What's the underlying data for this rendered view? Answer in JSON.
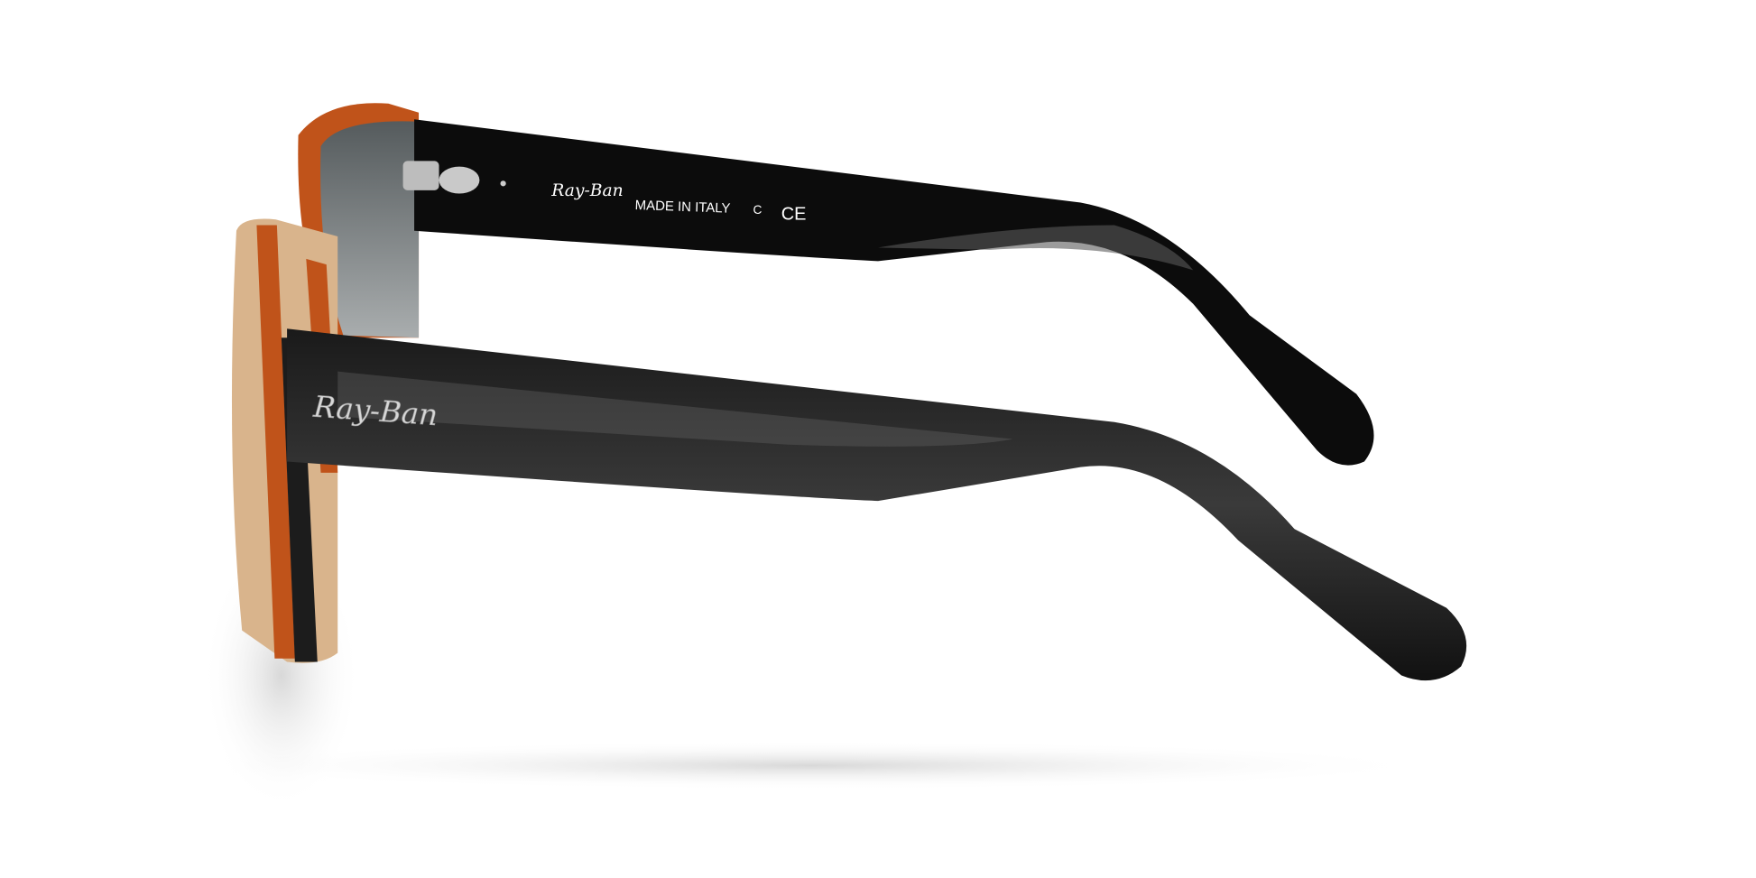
{
  "product": {
    "brand_logo": "Ray-Ban",
    "temple_inner_text": {
      "logo": "Ray-Ban",
      "origin": "MADE IN ITALY",
      "mark_c": "C",
      "mark_ce": "CE"
    },
    "temple_outer_logo": "Ray-Ban"
  },
  "colors": {
    "background": "#ffffff",
    "acetate": "#0b0b0b",
    "havana_orange": "#c0531a",
    "havana_tan": "#d9b48c",
    "lens": "#6f7577"
  }
}
